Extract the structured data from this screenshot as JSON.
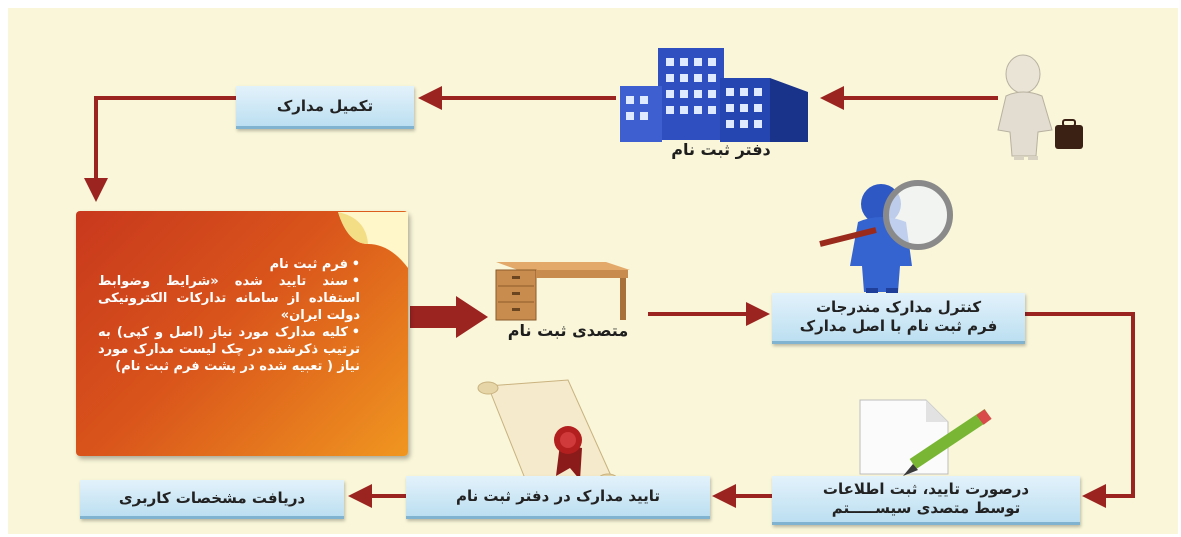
{
  "nodes": {
    "registration_office": "دفتر ثبت نام",
    "complete_documents": "تکمیل مدارک",
    "registrar": "متصدی ثبت نام",
    "control_line1": "کنترل مدارک مندرجات",
    "control_line2": "فرم ثبت نام با اصل مدارک",
    "system_line1": "درصورت تایید، ثبت اطلاعات",
    "system_line2": "توسط متصدی سیســـــتم",
    "confirm_documents": "تایید مدارک در دفتر ثبت نام",
    "receive_credentials": "دریافت مشخصات کاربری"
  },
  "documents": {
    "items": [
      "فرم ثبت نام",
      "سند تایید شده «شرایط وضوابط استفاده از سامانه تدارکات الکترونیکی دولت ایران»",
      "کلیه مدارک مورد نیاز (اصل و کپی) به ترتیب ذکرشده در چک لیست مدارک مورد نیاز ( تعبیه شده در پشت فرم ثبت نام)"
    ]
  },
  "colors": {
    "background": "#f9f6d9",
    "arrow": "#9b2320",
    "box": "#cfe8f6",
    "document": "#d9541b"
  },
  "icons": [
    "person-with-briefcase-icon",
    "office-building-icon",
    "magnifier-figure-icon",
    "desk-icon",
    "paper-pencil-icon",
    "scroll-seal-icon"
  ]
}
